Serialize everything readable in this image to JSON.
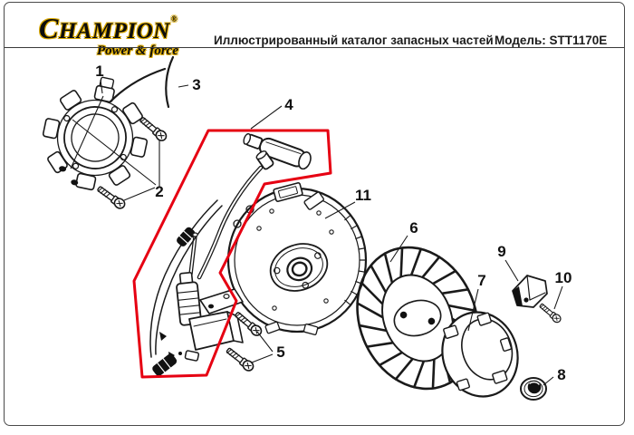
{
  "header": {
    "brand_first_letter": "C",
    "brand_rest": "HAMPION",
    "brand_reg": "®",
    "tagline": "Power & force",
    "catalog_title": "Иллюстрированный каталог запасных частей",
    "model": "Модель: STT1170E"
  },
  "diagram": {
    "highlight_color": "#e60012",
    "line_color": "#1a1a1a",
    "highlighted_part": "4",
    "part_labels": [
      "1",
      "2",
      "3",
      "4",
      "5",
      "6",
      "7",
      "8",
      "9",
      "10",
      "11"
    ]
  }
}
